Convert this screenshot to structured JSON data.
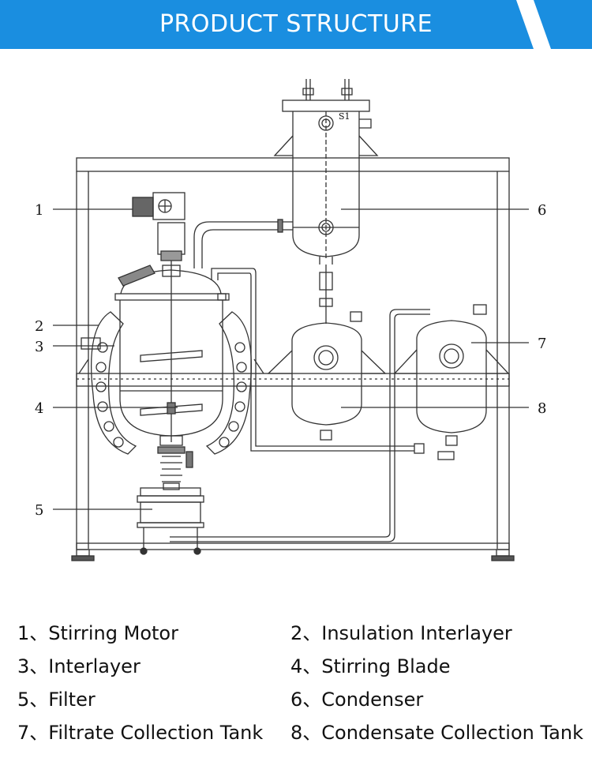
{
  "header": {
    "title": "PRODUCT STRUCTURE"
  },
  "colors": {
    "banner": "#1a8ee0",
    "line": "#333333"
  },
  "diagram": {
    "callouts": [
      "1",
      "2",
      "3",
      "4",
      "5",
      "6",
      "7",
      "8"
    ],
    "condenser_label": "S1"
  },
  "legend": [
    "1、Stirring Motor",
    "2、Insulation Interlayer",
    "3、Interlayer",
    "4、Stirring Blade",
    "5、Filter",
    "6、Condenser",
    "7、Filtrate Collection Tank",
    "8、Condensate Collection Tank"
  ]
}
